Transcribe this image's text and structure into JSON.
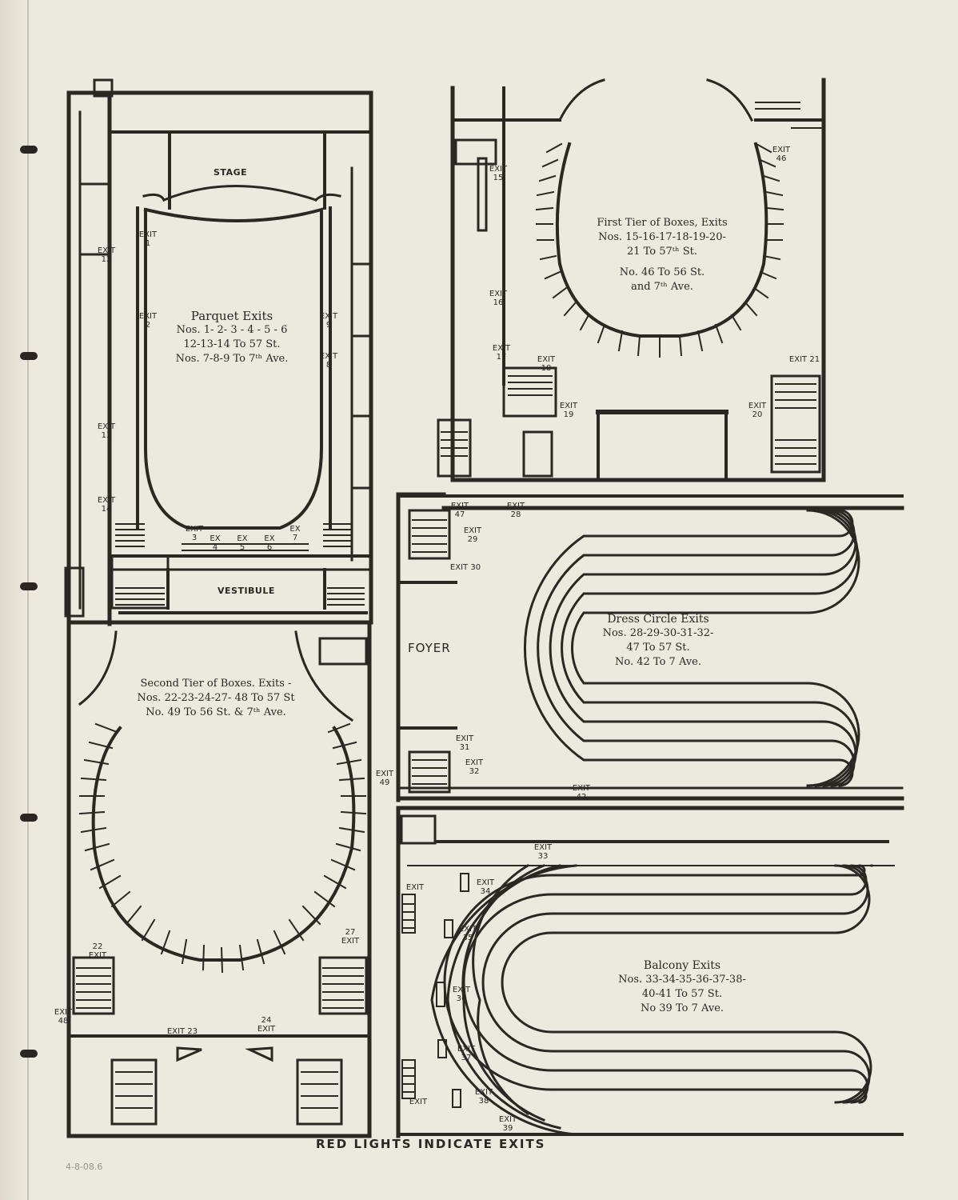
{
  "colors": {
    "paper": "#ece9df",
    "ink": "#2b2723"
  },
  "parquet": {
    "room_labels": {
      "stage": "STAGE",
      "vestibule": "VESTIBULE"
    },
    "title": "Parquet Exits",
    "lines": [
      "Nos. 1- 2- 3 - 4 - 5 - 6",
      "12-13-14  To 57 St.",
      "Nos. 7-8-9  To 7ᵗʰ Ave."
    ],
    "exits": {
      "e1": "EXIT 1",
      "e2": "EXIT 2",
      "e9": "EXIT 9",
      "e8": "EXIT 8",
      "e12": "EXIT 12",
      "e13": "EXIT 13",
      "e14": "EXIT 14",
      "e3": "EXIT 3",
      "e4": "EX 4",
      "e5": "EX 5",
      "e6": "EX 6",
      "e7": "EX 7"
    }
  },
  "first_tier": {
    "title": "First Tier of Boxes, Exits",
    "lines": [
      "Nos. 15-16-17-18-19-20-",
      "21  To 57ᵗʰ St.",
      "No.  46  To 56 St.",
      "and  7ᵗʰ Ave."
    ],
    "exits": {
      "e15": "EXIT 15",
      "e16": "EXIT 16",
      "e17": "EXIT 17",
      "e18": "EXIT 18",
      "e19": "EXIT 19",
      "e20": "EXIT 20",
      "e21": "EXIT 21",
      "e46": "EXIT 46"
    }
  },
  "dress_circle": {
    "room_label": "FOYER",
    "title": "Dress Circle Exits",
    "lines": [
      "Nos. 28-29-30-31-32-",
      "47  To 57 St.",
      "No. 42  To  7 Ave."
    ],
    "exits": {
      "e47": "EXIT 47",
      "e28": "EXIT 28",
      "e29": "EXIT 29",
      "e30": "EXIT 30",
      "e31": "EXIT 31",
      "e32": "EXIT 32",
      "e42": "EXIT 42"
    }
  },
  "second_tier": {
    "title": "Second Tier of Boxes. Exits -",
    "lines": [
      "Nos. 22-23-24-27- 48  To 57 St",
      "No.  49  To 56 St. & 7ᵗʰ Ave."
    ],
    "exits": {
      "e22": "22 EXIT",
      "e27": "27 EXIT",
      "e48": "EXIT 48",
      "e23": "EXIT 23",
      "e24": "24 EXIT",
      "e49": "EXIT 49"
    }
  },
  "balcony": {
    "title": "Balcony Exits",
    "lines": [
      "Nos. 33-34-35-36-37-38-",
      "40-41  To 57 St.",
      "No 39  To 7 Ave."
    ],
    "exits": {
      "e33": "EXIT 33",
      "e34": "EXIT 34",
      "e35": "EXIT 35",
      "e36": "EXIT 36",
      "e37": "EXIT 37",
      "e38": "EXIT 38",
      "e39": "EXIT 39",
      "e40": "EXIT",
      "e41": "EXIT"
    }
  },
  "footer": "RED LIGHTS INDICATE EXITS",
  "pencil_note": "4-8-08.6"
}
